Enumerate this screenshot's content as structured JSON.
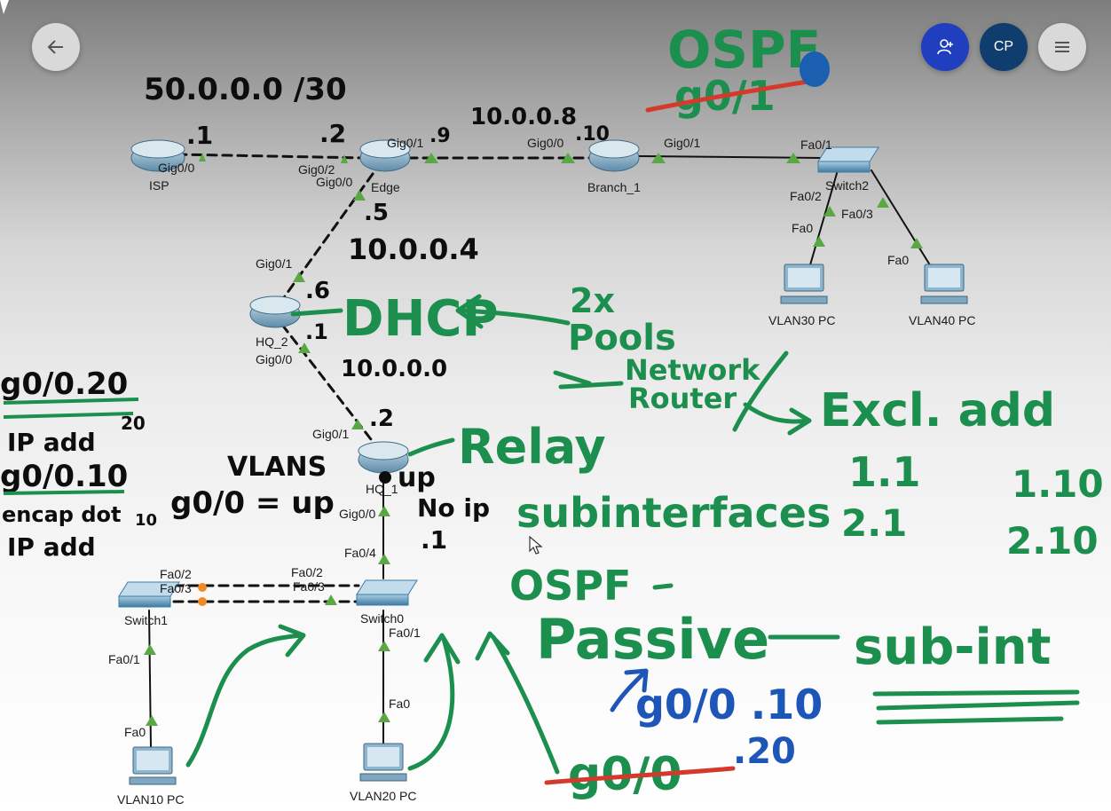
{
  "toolbar": {
    "back_icon": "arrow-left-icon",
    "add_user_icon": "person-add-icon",
    "avatar_initials": "CP",
    "menu_icon": "hamburger-menu-icon"
  },
  "devices": {
    "isp": "ISP",
    "edge": "Edge",
    "branch": "Branch_1",
    "switch2": "Switch2",
    "hq2": "HQ_2",
    "hq1": "HQ_1",
    "switch1": "Switch1",
    "switch0": "Switch0",
    "vlan30pc": "VLAN30 PC",
    "vlan40pc": "VLAN40 PC",
    "vlan10pc": "VLAN10 PC",
    "vlan20pc": "VLAN20 PC"
  },
  "ports": {
    "isp_gig00": "Gig0/0",
    "edge_gig02": "Gig0/2",
    "edge_gig00": "Gig0/0",
    "edge_gig01": "Gig0/1",
    "branch_gig00": "Gig0/0",
    "branch_gig01": "Gig0/1",
    "sw2_fa01": "Fa0/1",
    "sw2_fa02": "Fa0/2",
    "sw2_fa03": "Fa0/3",
    "pc30_fa0": "Fa0",
    "pc40_fa0": "Fa0",
    "hq2_gig01": "Gig0/1",
    "hq2_gig00": "Gig0/0",
    "hq1_gig01": "Gig0/1",
    "hq1_gig00": "Gig0/0",
    "sw0_fa04": "Fa0/4",
    "sw1_fa02": "Fa0/2",
    "sw1_fa03": "Fa0/3",
    "sw0_fa02": "Fa0/2",
    "sw0_fa03": "Fa0/3",
    "sw0_fa01": "Fa0/1",
    "sw1_fa01": "Fa0/1",
    "pc10_fa0": "Fa0",
    "pc20_fa0": "Fa0"
  },
  "annotations": {
    "net_isp": "50.0.0.0 /30",
    "isp_host": ".1",
    "edge_host": ".2",
    "edge_branch_host": ".9",
    "net_branch": "10.0.0.8",
    "branch_host": ".10",
    "ospf_top": "OSPF",
    "ospf_g01": "g0/1",
    "edge_hq2_host": ".5",
    "net_edge_hq2": "10.0.0.4",
    "hq2_host_6": ".6",
    "hq2_host_1": ".1",
    "dhcp": "DHCP",
    "two_x": "2x",
    "pools": "Pools",
    "network": "Network",
    "router": "Router",
    "excl_add": "Excl. add",
    "excl_11": "1.1",
    "excl_110": "1.10",
    "excl_21": "2.1",
    "excl_210": "2.10",
    "net_hq": "10.0.0.0",
    "hq1_host": ".2",
    "relay": "Relay",
    "vlans": "VLANS",
    "g00_up": "g0/0 = up",
    "up": "up",
    "no_ip": "No ip",
    "dot_1": ".1",
    "subinterfaces": "subinterfaces",
    "g0_20": "g0/0.20",
    "twenty": "20",
    "ip_add_1": "IP add",
    "g0_10": "g0/0.10",
    "encap": "encap dot",
    "ten": "10",
    "ip_add_2": "IP add",
    "ospf_mid": "OSPF",
    "passive": "Passive",
    "sub_int": "sub-int",
    "g00_10": "g0/0 .10",
    "dot_20": ".20",
    "g00_struck": "g0/0"
  },
  "colors": {
    "ink_green": "#1c8f4e",
    "ink_red": "#d33a2c",
    "ink_blue": "#1e56b8",
    "ink_black": "#0d0d0d",
    "link_up": "#5aa843",
    "link_down": "#f08a24"
  }
}
